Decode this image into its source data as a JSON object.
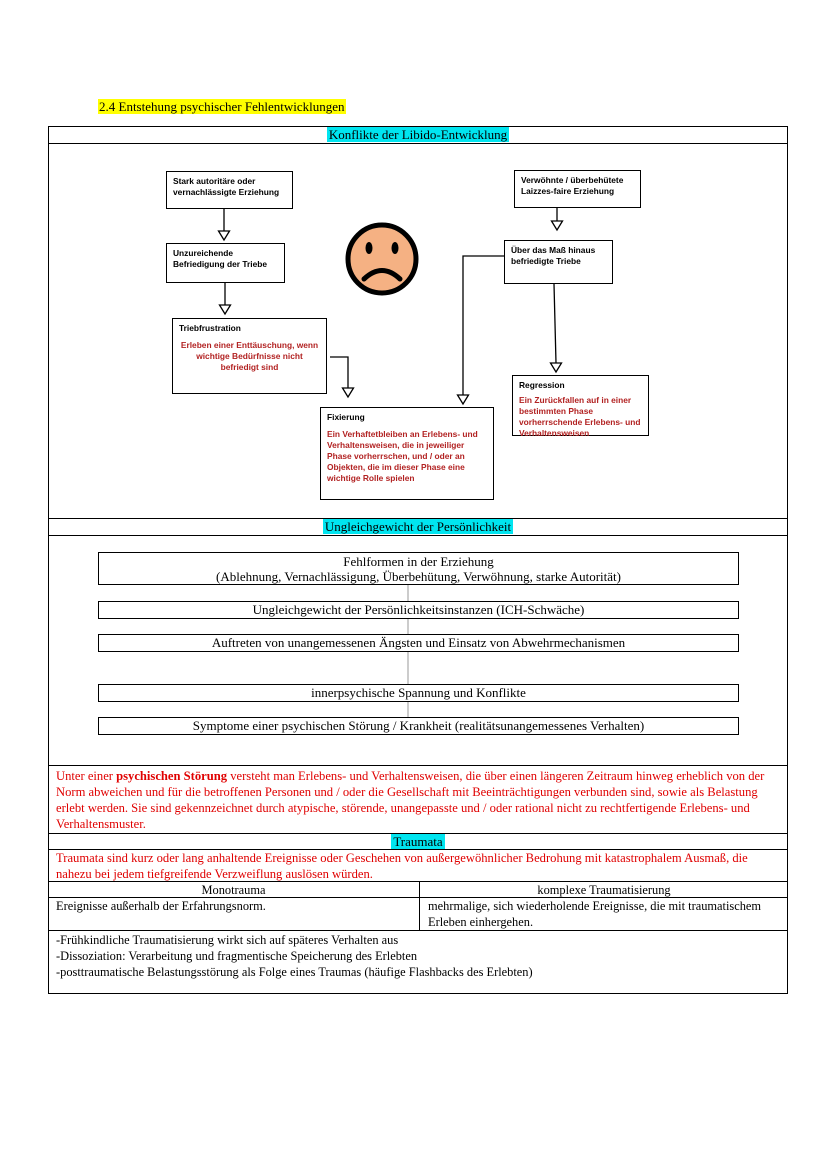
{
  "heading": "2.4 Entstehung psychischer Fehlentwicklungen",
  "section1": {
    "title": "Konflikte der Libido-Entwicklung",
    "left_top": "Stark autoritäre oder vernachlässigte Erziehung",
    "left_mid": "Unzureichende Befriedigung der Triebe",
    "frustration_title": "Triebfrustration",
    "frustration_text": "Erleben einer Enttäuschung, wenn wichtige Bedürfnisse nicht befriedigt sind",
    "right_top": "Verwöhnte / überbehütete Laizzes-faire Erziehung",
    "right_mid": "Über das Maß hinaus befriedigte Triebe",
    "fix_title": "Fixierung",
    "fix_text": "Ein Verhaftetbleiben an Erlebens- und Verhaltensweisen, die in jeweiliger Phase vorherrschen, und / oder an Objekten, die im dieser Phase eine wichtige Rolle spielen",
    "reg_title": "Regression",
    "reg_text": "Ein Zurückfallen auf in einer bestimmten Phase vorherrschende Erlebens- und Verhaltensweisen",
    "face_icon": "sad-face-icon",
    "face_color": "#f5b183"
  },
  "section2": {
    "title": "Ungleichgewicht der Persönlichkeit",
    "box1_line1": "Fehlformen in der Erziehung",
    "box1_line2": "(Ablehnung, Vernachlässigung, Überbehütung, Verwöhnung, starke Autorität)",
    "box2": "Ungleichgewicht der Persönlichkeitsinstanzen (ICH-Schwäche)",
    "box3": "Auftreten von unangemessenen Ängsten und Einsatz von Abwehrmechanismen",
    "box4": "innerpsychische Spannung und Konflikte",
    "box5": "Symptome einer psychischen Störung / Krankheit (realitätsunangemessenes Verhalten)"
  },
  "definition": {
    "prefix": "Unter einer ",
    "term": "psychischen Störung",
    "rest": " versteht man Erlebens- und Verhaltensweisen, die über einen längeren Zeitraum hinweg erheblich von der Norm abweichen und für die betroffenen Personen und / oder die Gesellschaft mit Beeinträchtigungen verbunden sind, sowie als Belastung erlebt werden. Sie sind gekennzeichnet durch atypische, störende, unangepasste und / oder rational nicht zu rechtfertigende Erlebens- und Verhaltensmuster."
  },
  "traumata": {
    "title": "Traumata",
    "text": "Traumata sind kurz oder lang anhaltende Ereignisse oder Geschehen von außergewöhnlicher Bedrohung mit katastrophalem Ausmaß, die nahezu bei jedem tiefgreifende Verzweiflung auslösen würden.",
    "col1_head": "Monotrauma",
    "col2_head": "komplexe Traumatisierung",
    "col1_text": "Ereignisse außerhalb der Erfahrungsnorm.",
    "col2_text": "mehrmalige, sich wiederholende Ereignisse, die mit traumatischem Erleben einhergehen.",
    "notes": [
      "-Frühkindliche Traumatisierung wirkt sich auf späteres Verhalten aus",
      "-Dissoziation: Verarbeitung und fragmentische Speicherung des Erlebten",
      "-posttraumatische Belastungsstörung als Folge eines Traumas (häufige Flashbacks des Erlebten)"
    ]
  }
}
